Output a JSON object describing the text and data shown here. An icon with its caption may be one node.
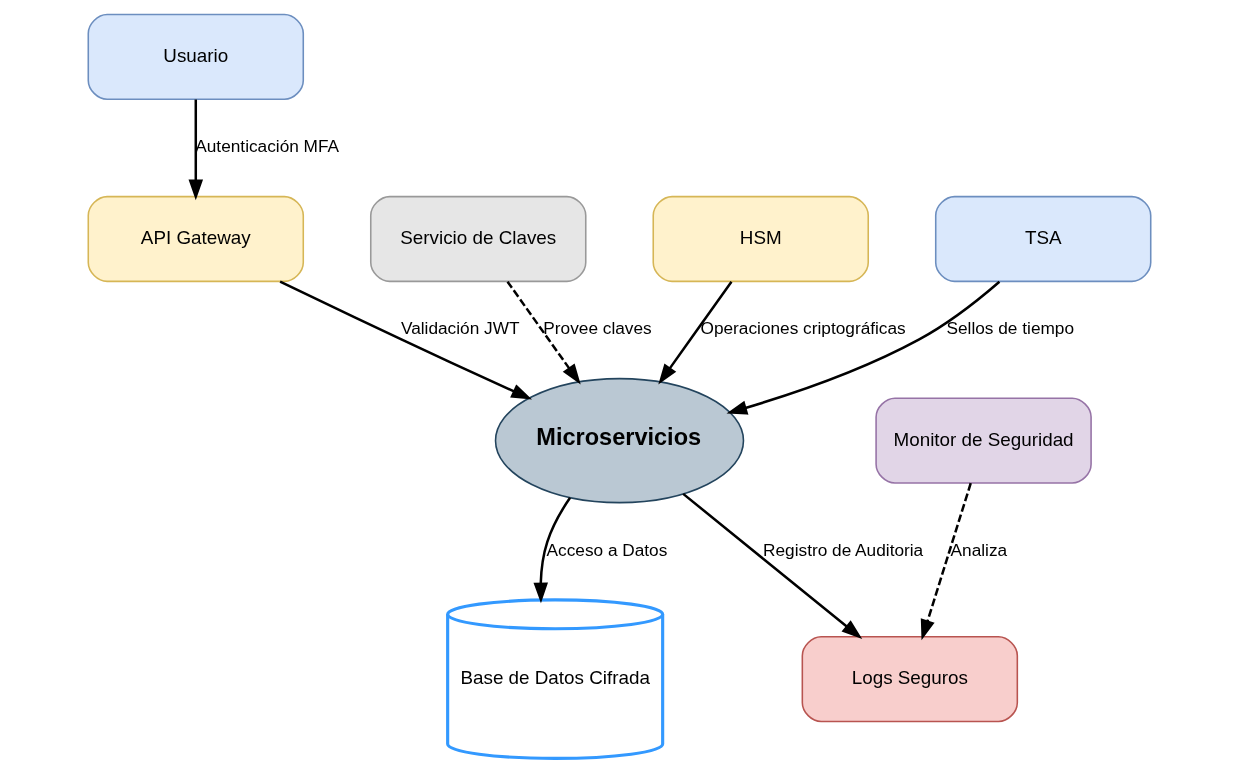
{
  "diagram": {
    "nodes": [
      {
        "text": [
          "Usuario"
        ]
      },
      {
        "text": [
          "API Gateway"
        ]
      },
      {
        "text": [
          "Servicio de Claves"
        ]
      },
      {
        "text": [
          "HSM"
        ]
      },
      {
        "text": [
          "TSA"
        ]
      },
      {
        "text": [
          "Microservicios"
        ]
      },
      {
        "text": [
          "Monitor de Seguridad"
        ]
      },
      {
        "text": [
          "Base de Datos Cifrada"
        ]
      },
      {
        "text": [
          "Logs Seguros"
        ]
      }
    ],
    "edges": [
      {
        "from": 0,
        "to": 1,
        "arrow": "to",
        "label": "Autenticación MFA"
      },
      {
        "from": 1,
        "to": 5,
        "arrow": "to",
        "label": "Validación JWT"
      },
      {
        "from": 2,
        "to": 5,
        "arrow": "to",
        "label": "Provee claves",
        "style": "dashed"
      },
      {
        "from": 3,
        "to": 5,
        "arrow": "to",
        "label": "Operaciones criptográficas"
      },
      {
        "from": 4,
        "to": 5,
        "arrow": "to",
        "label": "Sellos de tiempo"
      },
      {
        "from": 5,
        "to": 7,
        "arrow": "to",
        "label": "Acceso a Datos"
      },
      {
        "from": 5,
        "to": 8,
        "arrow": "to",
        "label": "Registro de Auditoria"
      },
      {
        "from": 6,
        "to": 8,
        "arrow": "to",
        "label": "Analiza",
        "style": "dashed"
      }
    ]
  }
}
